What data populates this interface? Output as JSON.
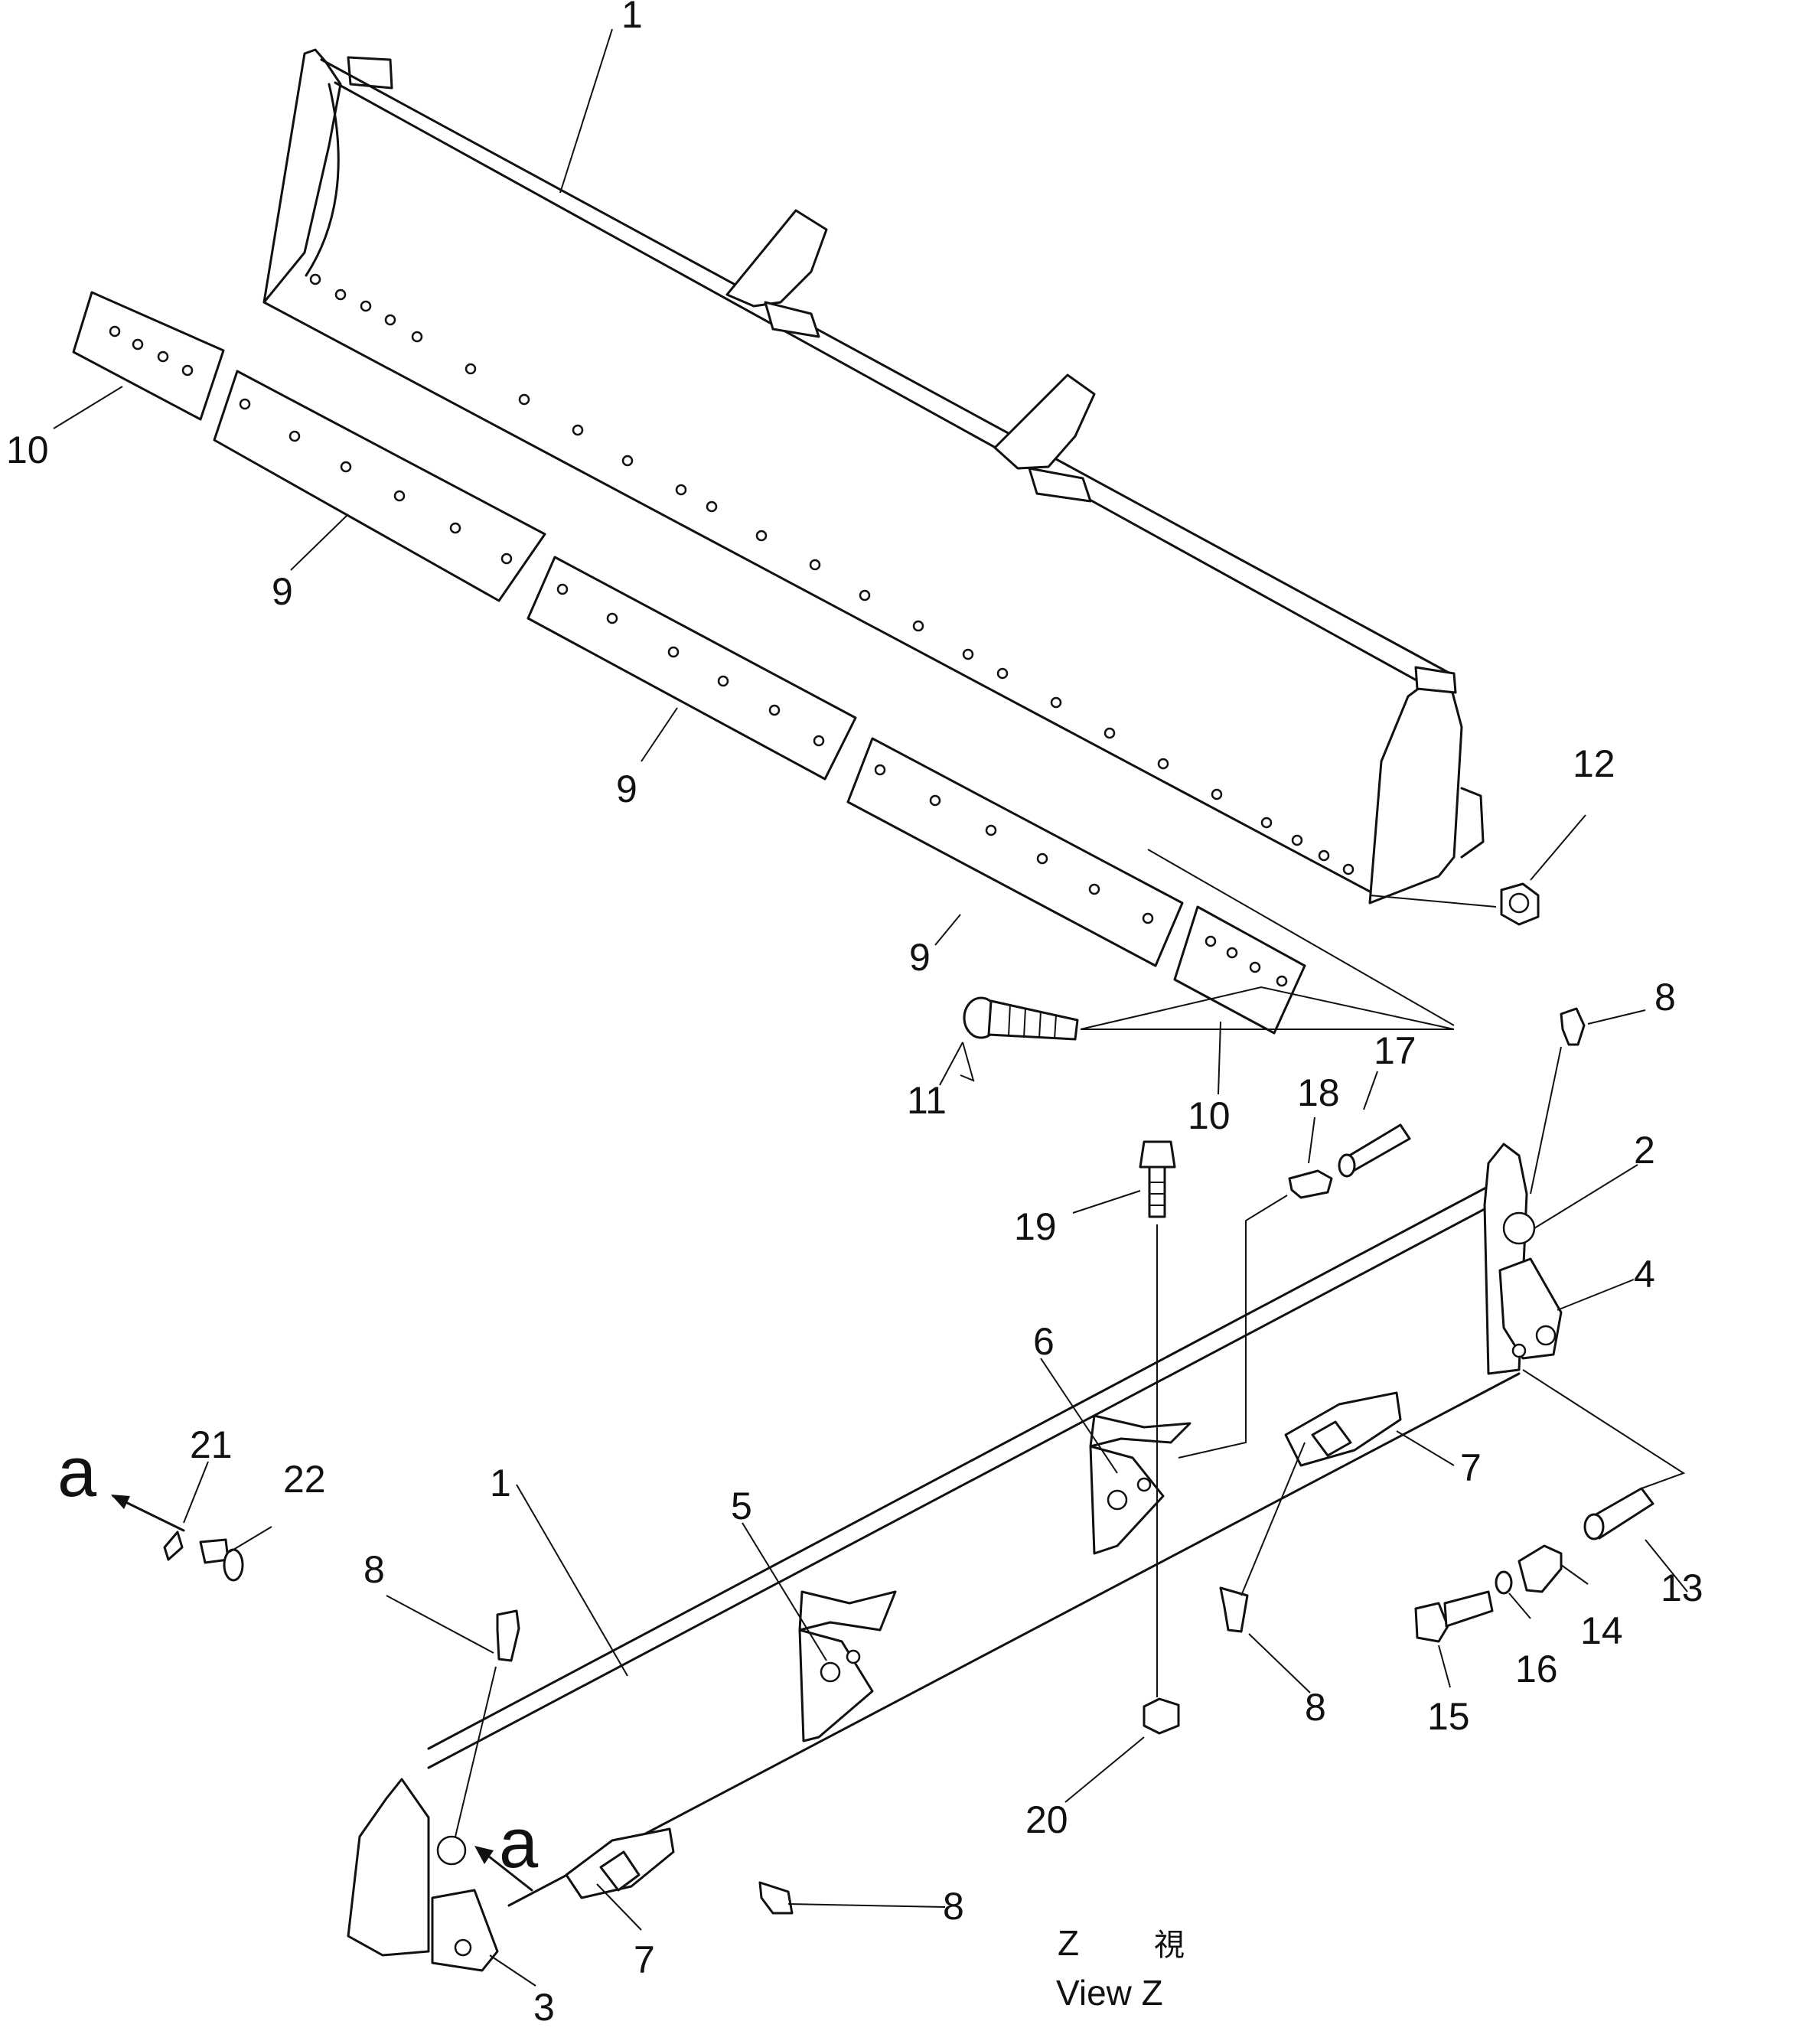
{
  "labels": {
    "p1_blade": "1",
    "p1_frame": "1",
    "p2": "2",
    "p3": "3",
    "p4": "4",
    "p5": "5",
    "p6": "6",
    "p7_left": "7",
    "p7_right": "7",
    "p8_top": "8",
    "p8_left": "8",
    "p8_mid": "8",
    "p8_bottom": "8",
    "p9_a": "9",
    "p9_b": "9",
    "p9_c": "9",
    "p10_left": "10",
    "p10_right": "10",
    "p11": "11",
    "p12": "12",
    "p13": "13",
    "p14": "14",
    "p15": "15",
    "p16": "16",
    "p17": "17",
    "p18": "18",
    "p19": "19",
    "p20": "20",
    "p21": "21",
    "p22": "22",
    "view_a_left": "a",
    "view_a_frame": "a"
  },
  "caption": {
    "z_line": "Z",
    "z_kanji": "視",
    "view_line": "View Z"
  }
}
